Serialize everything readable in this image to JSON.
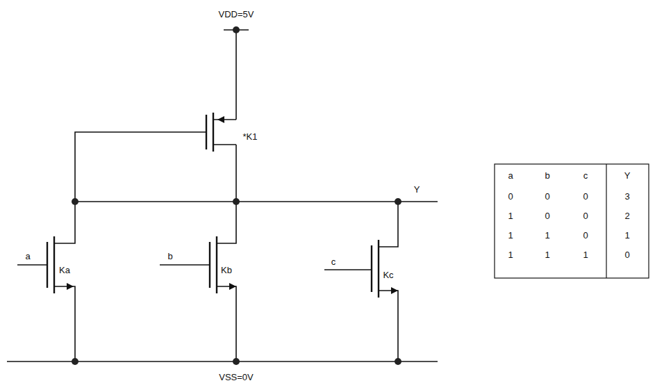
{
  "diagram": {
    "labels": [
      "VDD=5V",
      "*K1",
      "Y",
      "a",
      "Ka",
      "b",
      "Kb",
      "c",
      "Kc",
      "VSS=0V",
      "a",
      "b",
      "c",
      "Y",
      "0",
      "0",
      "0",
      "3",
      "1",
      "0",
      "0",
      "2",
      "1",
      "1",
      "0",
      "1",
      "1",
      "1",
      "1",
      "0"
    ]
  }
}
